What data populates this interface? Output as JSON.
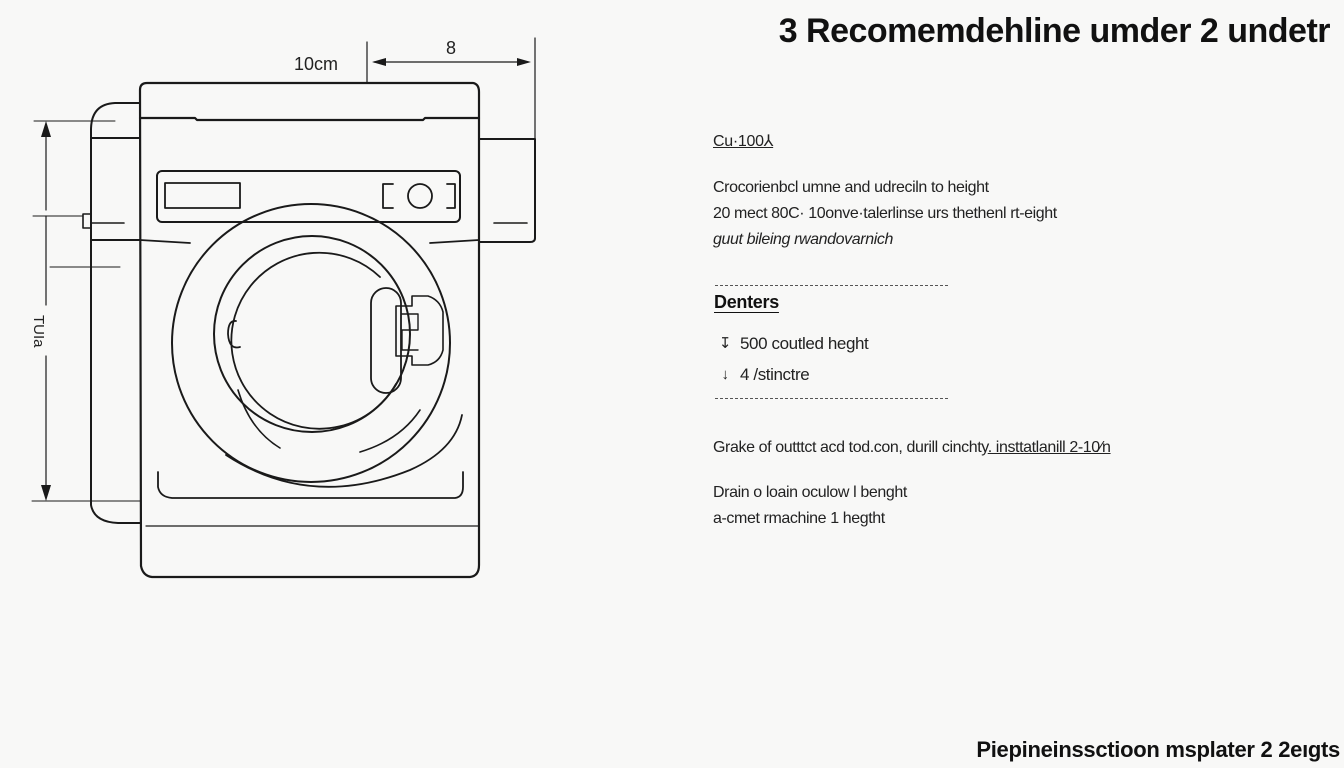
{
  "diagram": {
    "top_dimension_label": "10cm",
    "top_width_label": "8",
    "side_height_label": "TUIa",
    "colors": {
      "stroke": "#1a1a1a",
      "background": "#f8f8f7"
    }
  },
  "header": {
    "title": "3 Recomemdehline umder 2 undetr"
  },
  "content": {
    "section_link": "Cu·100⅄",
    "intro": {
      "lines": [
        "Crocorienbcl umne and udreciln to height",
        "20 mect 80C· 10onve·talerlinse urs thethenl rt-eight"
      ],
      "italic_line": "guut bileing rwandovarnich"
    },
    "denters": {
      "heading": "Denters",
      "items": [
        {
          "icon": "arrow-down-icon",
          "glyph": "↧",
          "label": "500 coutled heght"
        },
        {
          "icon": "arrow-down-icon",
          "glyph": "↓",
          "label": "4 /stinctre"
        }
      ]
    },
    "note": {
      "text": "Grake of outttct acd tod.con, durill cinchty",
      "link": ". insttatlanill 2-10⁄n"
    },
    "drain": {
      "lines": [
        "Drain o loain oculow l benght",
        "a-cmet rmachine 1 hegtht"
      ]
    }
  },
  "footer": {
    "caption": "Piepineinssctioon msplater 2 2eıgts"
  }
}
